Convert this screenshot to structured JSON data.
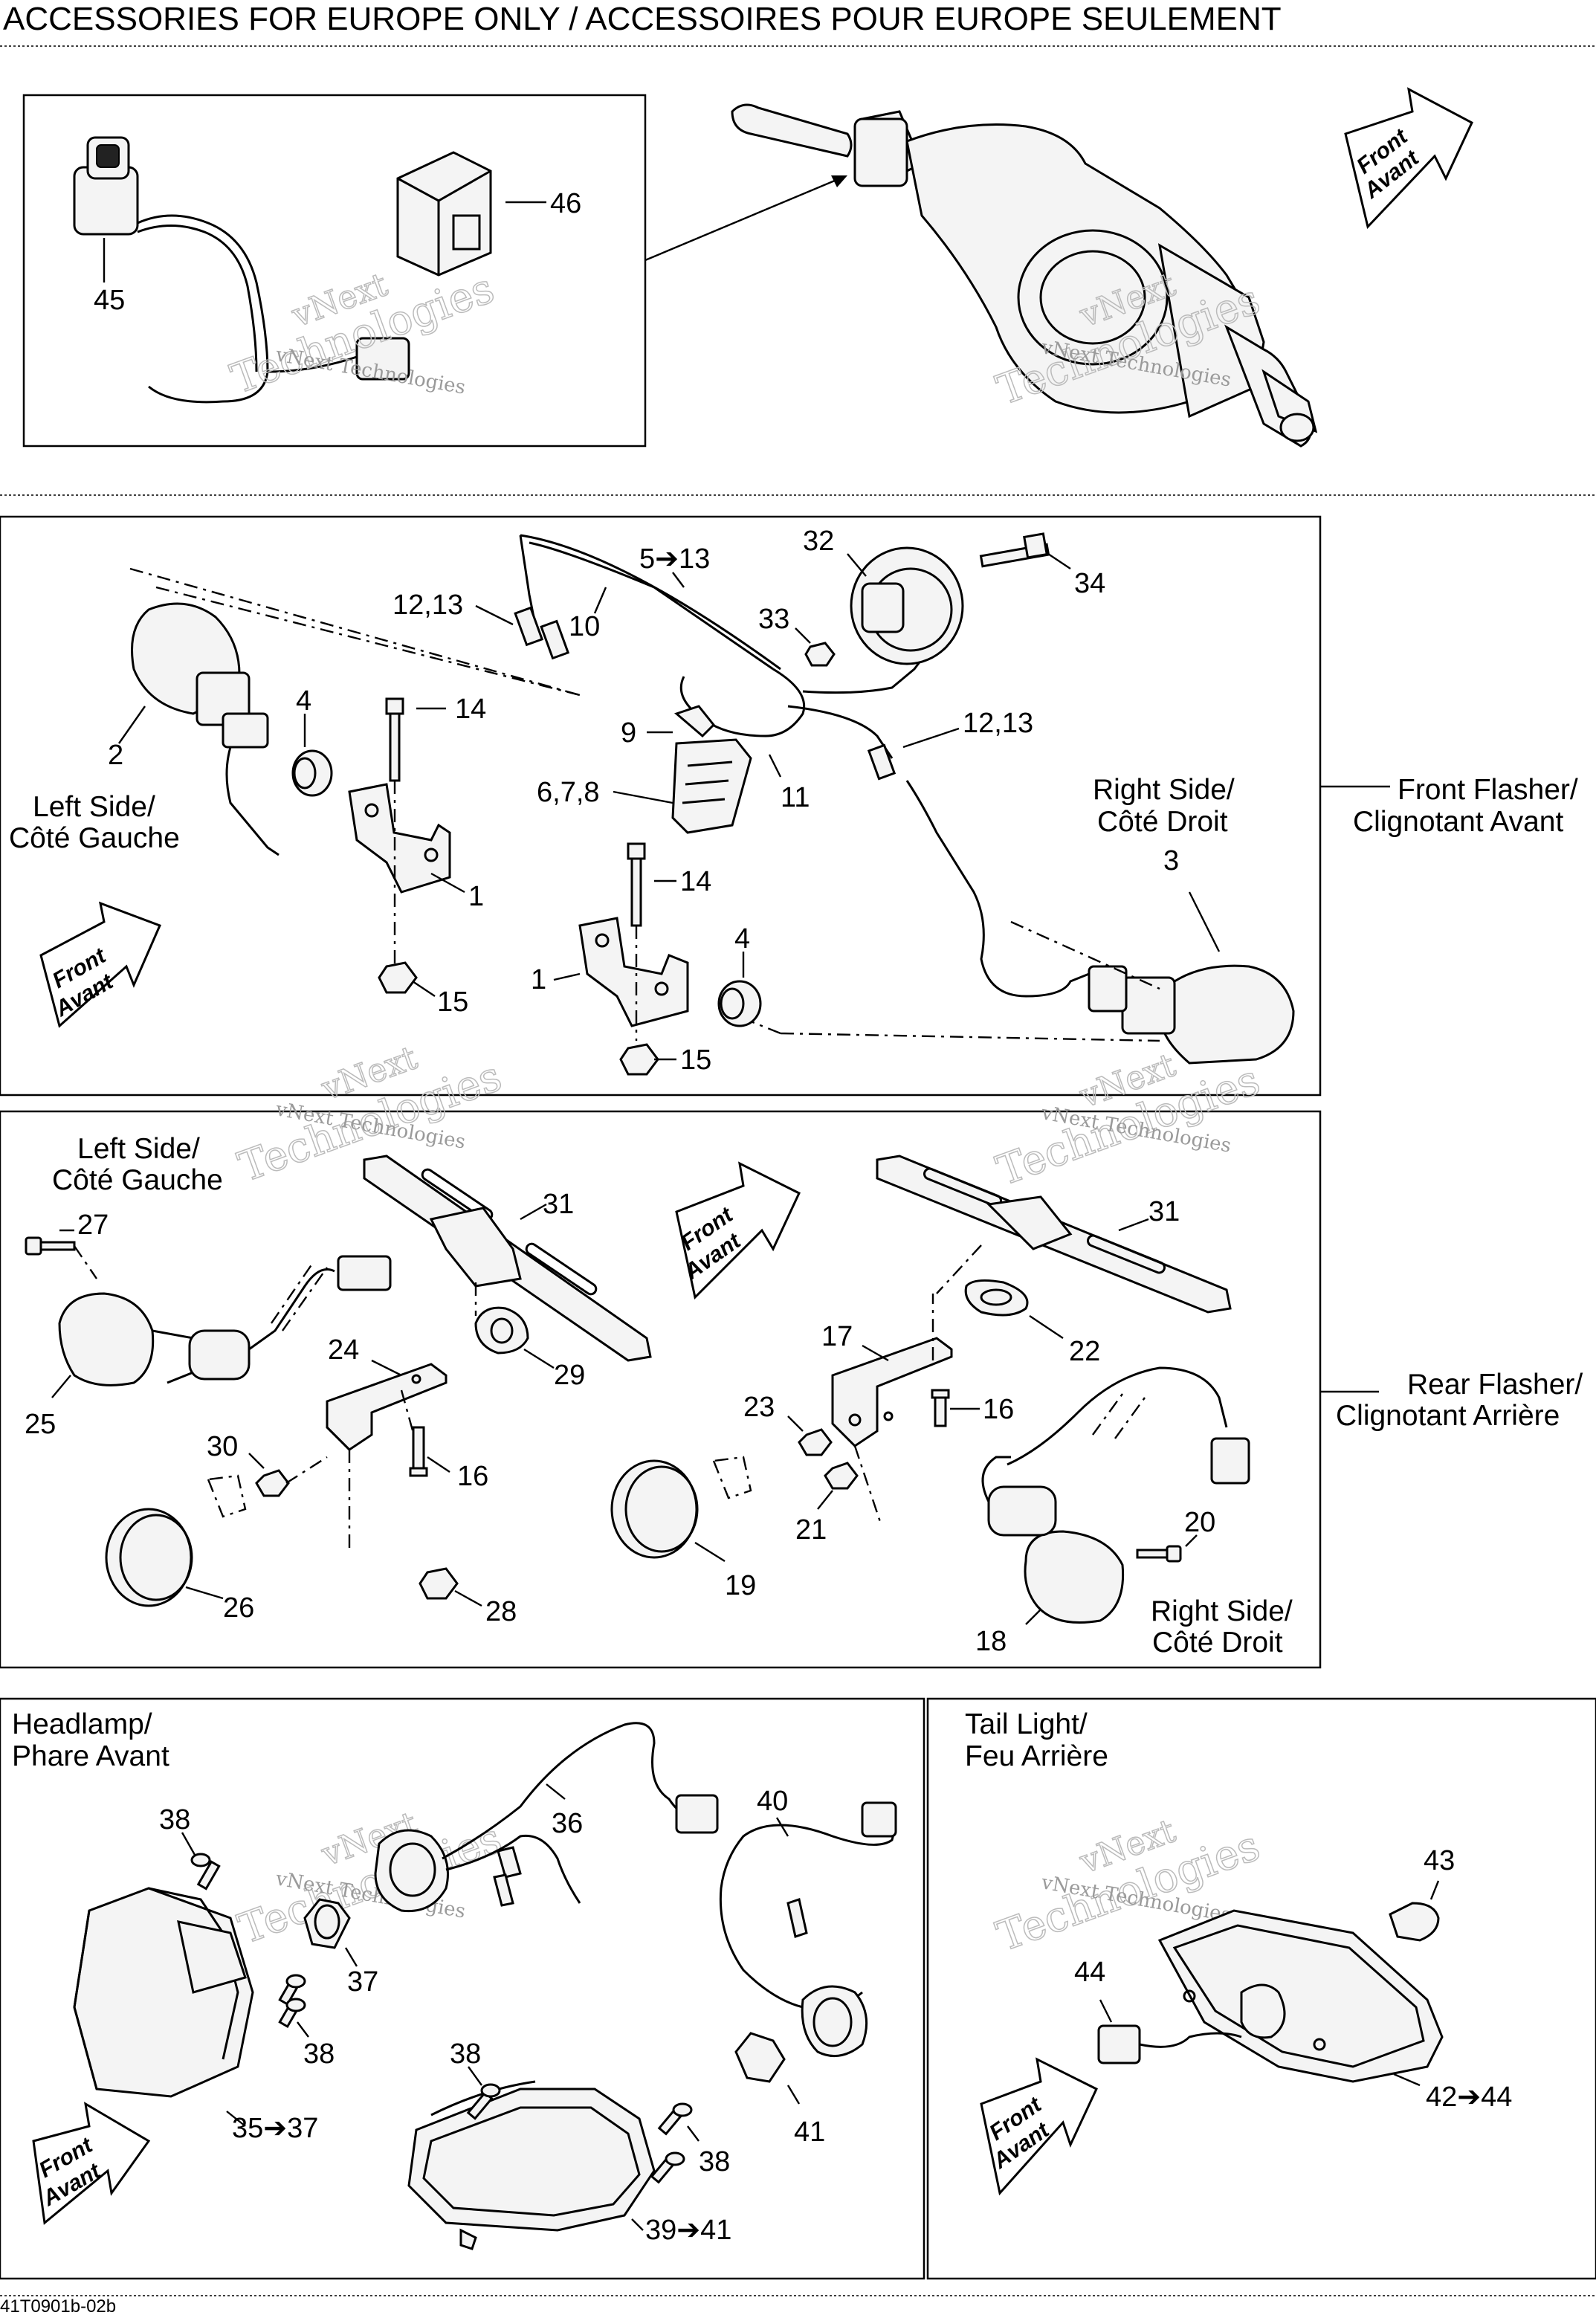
{
  "header": {
    "title": "ACCESSORIES FOR EUROPE ONLY / ACCESSOIRES POUR EUROPE SEULEMENT"
  },
  "footer": {
    "code": "41T0901b-02b"
  },
  "watermark": {
    "line1": "vNext",
    "line2": "Technologies",
    "small": "vNext Technologies"
  },
  "direction": {
    "line1": "Front",
    "line2": "Avant"
  },
  "sections": {
    "front_flasher": "Front Flasher/",
    "front_flasher_fr": "Clignotant Avant",
    "rear_flasher": "Rear Flasher/",
    "rear_flasher_fr": "Clignotant Arrière",
    "headlamp": "Headlamp/",
    "headlamp_fr": "Phare Avant",
    "tail_light": "Tail Light/",
    "tail_light_fr": "Feu Arrière"
  },
  "sides": {
    "left": "Left Side/",
    "left_fr": "Côté Gauche",
    "right": "Right Side/",
    "right_fr": "Côté Droit"
  },
  "callouts": {
    "c45": "45",
    "c46": "46",
    "c1a": "1",
    "c1b": "1",
    "c2": "2",
    "c3": "3",
    "c4a": "4",
    "c4b": "4",
    "c5_13": "5➔13",
    "c6_8": "6,7,8",
    "c9": "9",
    "c10": "10",
    "c11": "11",
    "c12_13a": "12,13",
    "c12_13b": "12,13",
    "c14a": "14",
    "c14b": "14",
    "c15a": "15",
    "c15b": "15",
    "c32": "32",
    "c33": "33",
    "c34": "34",
    "c16a": "16",
    "c16b": "16",
    "c17": "17",
    "c18": "18",
    "c19": "19",
    "c20": "20",
    "c21": "21",
    "c22": "22",
    "c23": "23",
    "c24": "24",
    "c25": "25",
    "c26": "26",
    "c27": "27",
    "c28": "28",
    "c29": "29",
    "c30": "30",
    "c31a": "31",
    "c31b": "31",
    "c35_37": "35➔37",
    "c36": "36",
    "c37": "37",
    "c38a": "38",
    "c38b": "38",
    "c38c": "38",
    "c38d": "38",
    "c39_41": "39➔41",
    "c40": "40",
    "c41": "41",
    "c42_44": "42➔44",
    "c43": "43",
    "c44": "44"
  }
}
